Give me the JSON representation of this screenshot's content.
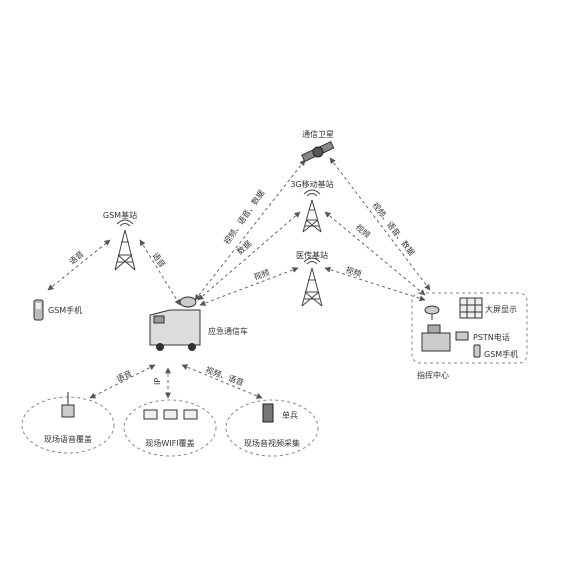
{
  "nodes": {
    "satellite": "通信卫星",
    "tower_3g": "3G移动基站",
    "tower_gsm": "GSM基站",
    "tower_medical": "医传基站",
    "gsm_phone": "GSM手机",
    "vehicle": "应急通信车",
    "command_center": "指挥中心",
    "big_screen": "大屏显示",
    "pstn": "PSTN电话",
    "cc_gsm_phone": "GSM手机",
    "voice_cover": "现场语音覆盖",
    "wifi_cover": "现场WIFI覆盖",
    "video_collect": "现场音视频采集",
    "soldier": "单兵"
  },
  "links": {
    "gsm_left": "语音",
    "gsm_right": "语音",
    "sat_left": "视频、语音、数据",
    "sat_right": "视频、语音、数据",
    "g3_left": "数据",
    "g3_right": "视频",
    "med_left": "视频",
    "med_right": "视频",
    "voice_link": "语音",
    "ip_link": "IP",
    "video_link": "视频、语音"
  },
  "colors": {
    "line": "#666666",
    "ink": "#333333"
  }
}
